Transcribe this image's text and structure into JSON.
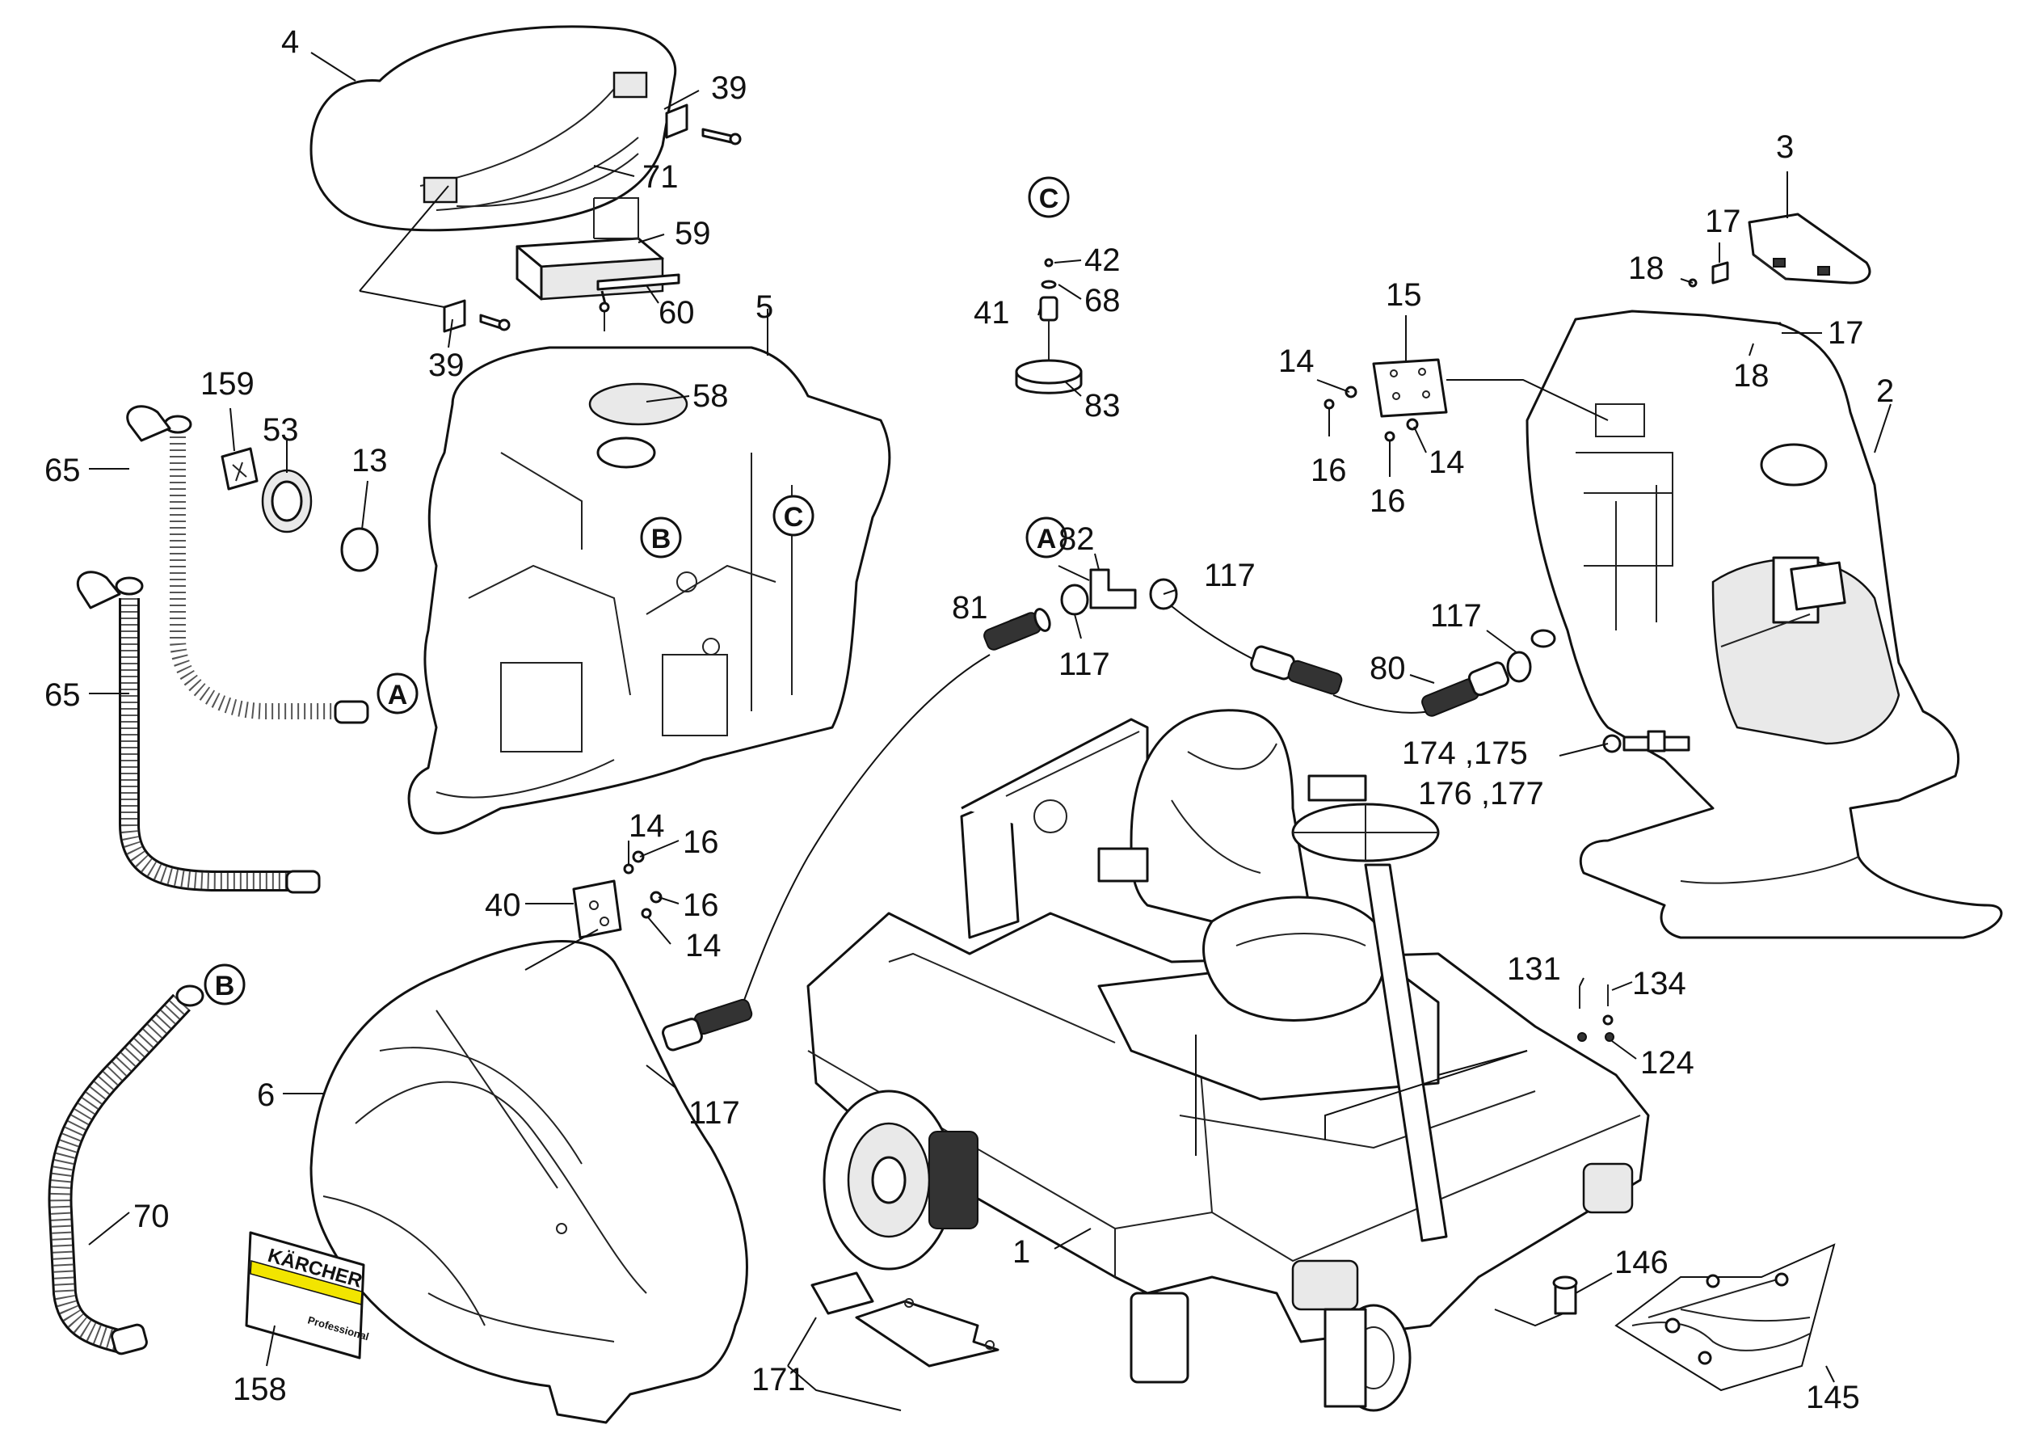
{
  "callouts": {
    "p4": "4",
    "p39a": "39",
    "p71": "71",
    "p59": "59",
    "p60": "60",
    "p39b": "39",
    "p5": "5",
    "p58": "58",
    "p159": "159",
    "p53": "53",
    "p13": "13",
    "p65a": "65",
    "p65b": "65",
    "p42": "42",
    "p68": "68",
    "p41": "41",
    "p83": "83",
    "p3": "3",
    "p17a": "17",
    "p18a": "18",
    "p17b": "17",
    "p18b": "18",
    "p15": "15",
    "p14a": "14",
    "p16a": "16",
    "p16b": "16",
    "p14b": "14",
    "p2": "2",
    "p82": "82",
    "p117a": "117",
    "p81": "81",
    "p117b": "117",
    "p117c": "117",
    "p80": "80",
    "p174": "174 ,175",
    "p176": "176 ,177",
    "p14c": "14",
    "p16c": "16",
    "p40": "40",
    "p16d": "16",
    "p14d": "14",
    "p117d": "117",
    "p6": "6",
    "p70": "70",
    "p158": "158",
    "p131": "131",
    "p134": "134",
    "p124": "124",
    "p1": "1",
    "p146": "146",
    "p171": "171",
    "p145": "145"
  },
  "badges": {
    "a1": "A",
    "a2": "A",
    "b1": "B",
    "b2": "B",
    "c1": "C",
    "c2": "C"
  },
  "logo": {
    "brand": "KÄRCHER",
    "tagline": "Professional"
  },
  "colors": {
    "logo_yellow": "#f2e500",
    "ink": "#111111"
  }
}
